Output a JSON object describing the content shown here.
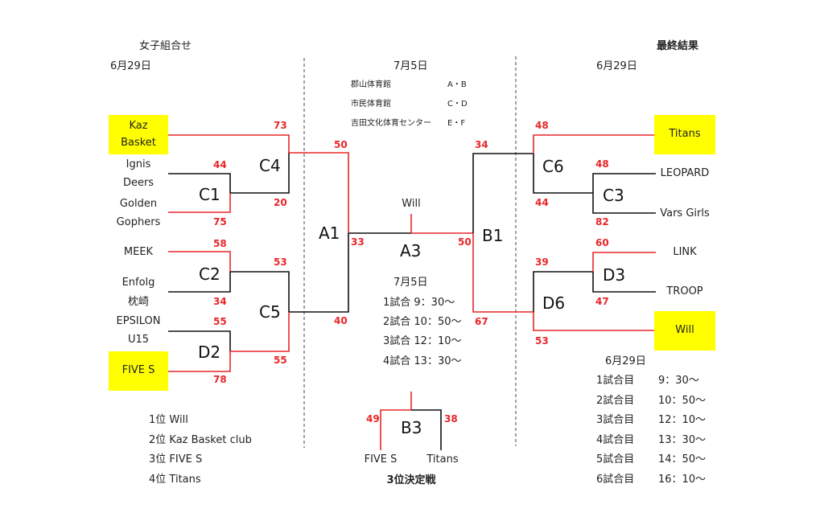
{
  "header": {
    "left_title": "女子組合せ",
    "left_date": "6月29日",
    "center_date": "7月5日",
    "right_title": "最終結果",
    "right_date": "6月29日"
  },
  "venues": [
    {
      "name": "郡山体育館",
      "courts": "A・B"
    },
    {
      "name": "市民体育館",
      "courts": "C・D"
    },
    {
      "name": "吉田文化体育センター",
      "courts": "E・F"
    }
  ],
  "teams": {
    "kaz_line1": "Kaz",
    "kaz_line2": "Basket",
    "ignis": "Ignis",
    "deers": "Deers",
    "golden": "Golden",
    "gophers": "Gophers",
    "meek": "MEEK",
    "enfolg": "Enfolg",
    "makurazaki": "枕崎",
    "epsilon": "EPSILON",
    "u15": "U15",
    "fives": "FIVE S",
    "titans": "Titans",
    "leopard": "LEOPARD",
    "vars": "Vars Girls",
    "link": "LINK",
    "troop": "TROOP",
    "will": "Will"
  },
  "matches": {
    "C1": "C1",
    "C2": "C2",
    "C4": "C4",
    "C5": "C5",
    "D2": "D2",
    "A1": "A1",
    "A3": "A3",
    "B1": "B1",
    "C6": "C6",
    "C3": "C3",
    "D3": "D3",
    "D6": "D6",
    "B3": "B3"
  },
  "scores": {
    "c4_top": "73",
    "c1_top": "44",
    "c4_bottom": "20",
    "c1_bottom": "75",
    "c2_top": "58",
    "c5_top": "53",
    "c2_bottom": "34",
    "d2_top": "55",
    "c5_bottom": "55",
    "d2_bottom": "78",
    "a1_top": "50",
    "a1_bottom": "40",
    "a3_left": "33",
    "a3_right": "50",
    "b1_top": "34",
    "b1_bottom": "67",
    "c6_top": "48",
    "c3_top": "48",
    "c6_bottom": "44",
    "c3_bottom": "82",
    "d3_top": "60",
    "d6_top": "39",
    "d3_bottom": "47",
    "d6_bottom": "53",
    "b3_left": "49",
    "b3_right": "38"
  },
  "final_winner": "Will",
  "third_place": {
    "left_team": "FIVE S",
    "right_team": "Titans",
    "caption": "3位決定戦"
  },
  "center_schedule": {
    "date": "7月5日",
    "games": [
      "1試合 9：30～",
      "2試合 10：50～",
      "3試合 12：10～",
      "4試合 13：30～"
    ]
  },
  "right_schedule": {
    "date": "6月29日",
    "games": [
      {
        "label": "1試合目",
        "time": "9：30～"
      },
      {
        "label": "2試合目",
        "time": "10：50～"
      },
      {
        "label": "3試合目",
        "time": "12：10～"
      },
      {
        "label": "4試合目",
        "time": "13：30～"
      },
      {
        "label": "5試合目",
        "time": "14：50～"
      },
      {
        "label": "6試合目",
        "time": "16：10～"
      }
    ]
  },
  "rankings": [
    {
      "rank": "1位",
      "team": "Will"
    },
    {
      "rank": "2位",
      "team": "Kaz Basket club"
    },
    {
      "rank": "3位",
      "team": "FIVE S"
    },
    {
      "rank": "4位",
      "team": "Titans"
    }
  ],
  "colors": {
    "winner_line": "#e8262a",
    "loser_line": "#111111",
    "highlight": "#ffff00",
    "score": "#e8262a"
  }
}
